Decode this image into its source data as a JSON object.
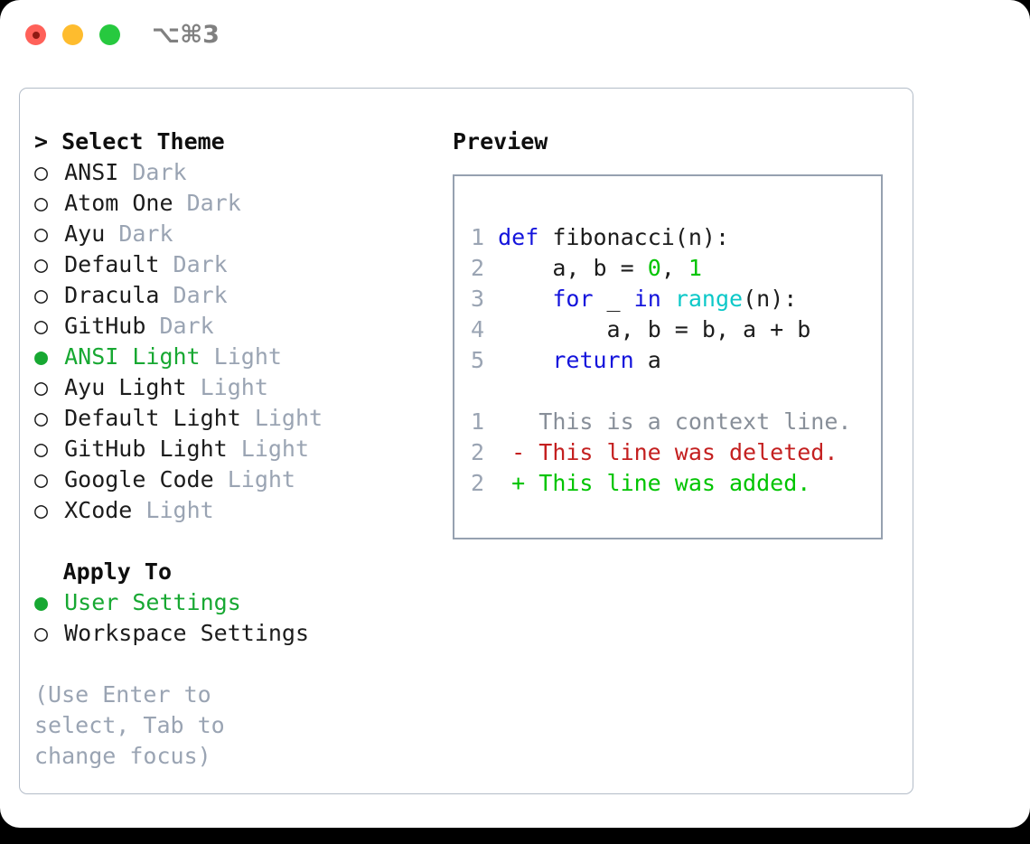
{
  "window": {
    "traffic_lights": [
      {
        "name": "close",
        "color": "#ff6159"
      },
      {
        "name": "minimize",
        "color": "#febc2e"
      },
      {
        "name": "zoom",
        "color": "#27c93f"
      }
    ],
    "shortcut_label": "⌥⌘3"
  },
  "colors": {
    "selected_green": "#17a832",
    "muted_grey": "#9aa4b3",
    "text": "#1c1c1c",
    "keyword_blue": "#1414dc",
    "function_cyan": "#0cc8c8",
    "number_green": "#00c400",
    "diff_delete_red": "#c42020",
    "diff_add_green": "#00c400",
    "border": "#b3bcc8",
    "preview_border": "#96a1b0"
  },
  "theme_panel": {
    "header": "> Select Theme",
    "selected_marker": "●",
    "unselected_marker": "○",
    "items": [
      {
        "marker": "○",
        "name": "ANSI",
        "suffix": "Dark",
        "selected": false
      },
      {
        "marker": "○",
        "name": "Atom One",
        "suffix": "Dark",
        "selected": false
      },
      {
        "marker": "○",
        "name": "Ayu",
        "suffix": "Dark",
        "selected": false
      },
      {
        "marker": "○",
        "name": "Default",
        "suffix": "Dark",
        "selected": false
      },
      {
        "marker": "○",
        "name": "Dracula",
        "suffix": "Dark",
        "selected": false
      },
      {
        "marker": "○",
        "name": "GitHub",
        "suffix": "Dark",
        "selected": false
      },
      {
        "marker": "●",
        "name": "ANSI Light",
        "suffix": "Light",
        "selected": true
      },
      {
        "marker": "○",
        "name": "Ayu Light",
        "suffix": "Light",
        "selected": false
      },
      {
        "marker": "○",
        "name": "Default Light",
        "suffix": "Light",
        "selected": false
      },
      {
        "marker": "○",
        "name": "GitHub Light",
        "suffix": "Light",
        "selected": false
      },
      {
        "marker": "○",
        "name": "Google Code",
        "suffix": "Light",
        "selected": false
      },
      {
        "marker": "○",
        "name": "XCode",
        "suffix": "Light",
        "selected": false
      }
    ]
  },
  "apply_to": {
    "header": "Apply To",
    "items": [
      {
        "marker": "●",
        "name": "User Settings",
        "selected": true
      },
      {
        "marker": "○",
        "name": "Workspace Settings",
        "selected": false
      }
    ]
  },
  "hint": "(Use Enter to select, Tab to change focus)",
  "preview": {
    "title": "Preview",
    "code_lines": [
      {
        "ln": "1",
        "tokens": [
          {
            "t": "def",
            "c": "kw"
          },
          {
            "t": " fibonacci(n):",
            "c": "plain"
          }
        ]
      },
      {
        "ln": "2",
        "tokens": [
          {
            "t": "    a, b = ",
            "c": "plain"
          },
          {
            "t": "0",
            "c": "num"
          },
          {
            "t": ", ",
            "c": "plain"
          },
          {
            "t": "1",
            "c": "num"
          }
        ]
      },
      {
        "ln": "3",
        "tokens": [
          {
            "t": "    ",
            "c": "plain"
          },
          {
            "t": "for",
            "c": "kw"
          },
          {
            "t": " _ ",
            "c": "plain"
          },
          {
            "t": "in",
            "c": "kw"
          },
          {
            "t": " ",
            "c": "plain"
          },
          {
            "t": "range",
            "c": "fn"
          },
          {
            "t": "(n):",
            "c": "plain"
          }
        ]
      },
      {
        "ln": "4",
        "tokens": [
          {
            "t": "        a, b = b, a + b",
            "c": "plain"
          }
        ]
      },
      {
        "ln": "5",
        "tokens": [
          {
            "t": "    ",
            "c": "plain"
          },
          {
            "t": "return",
            "c": "kw"
          },
          {
            "t": " a",
            "c": "plain"
          }
        ]
      }
    ],
    "diff_lines": [
      {
        "ln": "1",
        "sign": " ",
        "text": "This is a context line.",
        "kind": "ctx"
      },
      {
        "ln": "2",
        "sign": "-",
        "text": "This line was deleted.",
        "kind": "del"
      },
      {
        "ln": "2",
        "sign": "+",
        "text": "This line was added.",
        "kind": "add"
      }
    ]
  }
}
